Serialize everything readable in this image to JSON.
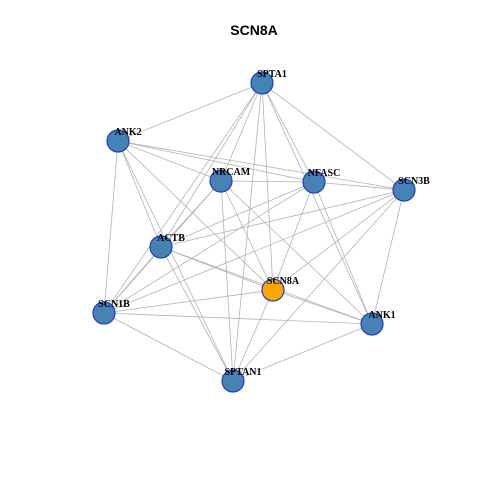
{
  "title": "SCN8A",
  "colors": {
    "default_node": "#4682b4",
    "focus_node": "#ffa500",
    "node_border": "#1f3fbf",
    "edge": "#b3b3b3"
  },
  "nodes": [
    {
      "id": "SPTA1",
      "label": "SPTA1",
      "focus": false
    },
    {
      "id": "ANK2",
      "label": "ANK2",
      "focus": false
    },
    {
      "id": "NRCAM",
      "label": "NRCAM",
      "focus": false
    },
    {
      "id": "NFASC",
      "label": "NFASC",
      "focus": false
    },
    {
      "id": "SCN3B",
      "label": "SCN3B",
      "focus": false
    },
    {
      "id": "ACTB",
      "label": "ACTB",
      "focus": false
    },
    {
      "id": "SCN8A",
      "label": "SCN8A",
      "focus": true
    },
    {
      "id": "SCN1B",
      "label": "SCN1B",
      "focus": false
    },
    {
      "id": "ANK1",
      "label": "ANK1",
      "focus": false
    },
    {
      "id": "SPTAN1",
      "label": "SPTAN1",
      "focus": false
    }
  ],
  "edges": [
    [
      "SPTA1",
      "ANK2"
    ],
    [
      "SPTA1",
      "NRCAM"
    ],
    [
      "SPTA1",
      "NFASC"
    ],
    [
      "SPTA1",
      "SCN3B"
    ],
    [
      "SPTA1",
      "ACTB"
    ],
    [
      "SPTA1",
      "SCN8A"
    ],
    [
      "SPTA1",
      "SCN1B"
    ],
    [
      "SPTA1",
      "ANK1"
    ],
    [
      "SPTA1",
      "SPTAN1"
    ],
    [
      "ANK2",
      "NRCAM"
    ],
    [
      "ANK2",
      "NFASC"
    ],
    [
      "ANK2",
      "SCN3B"
    ],
    [
      "ANK2",
      "ACTB"
    ],
    [
      "ANK2",
      "SCN8A"
    ],
    [
      "ANK2",
      "SCN1B"
    ],
    [
      "ANK2",
      "SPTAN1"
    ],
    [
      "NRCAM",
      "NFASC"
    ],
    [
      "NRCAM",
      "ACTB"
    ],
    [
      "NRCAM",
      "SCN8A"
    ],
    [
      "NRCAM",
      "SCN1B"
    ],
    [
      "NRCAM",
      "ANK1"
    ],
    [
      "NRCAM",
      "SPTAN1"
    ],
    [
      "NFASC",
      "SCN3B"
    ],
    [
      "NFASC",
      "ACTB"
    ],
    [
      "NFASC",
      "SCN8A"
    ],
    [
      "NFASC",
      "SCN1B"
    ],
    [
      "NFASC",
      "ANK1"
    ],
    [
      "SCN3B",
      "ACTB"
    ],
    [
      "SCN3B",
      "SCN8A"
    ],
    [
      "SCN3B",
      "SCN1B"
    ],
    [
      "SCN3B",
      "ANK1"
    ],
    [
      "SCN3B",
      "SPTAN1"
    ],
    [
      "ACTB",
      "SCN8A"
    ],
    [
      "ACTB",
      "SCN1B"
    ],
    [
      "ACTB",
      "ANK1"
    ],
    [
      "ACTB",
      "SPTAN1"
    ],
    [
      "SCN8A",
      "ANK1"
    ],
    [
      "SCN8A",
      "SPTAN1"
    ],
    [
      "SCN8A",
      "SCN1B"
    ],
    [
      "SCN1B",
      "ANK1"
    ],
    [
      "SCN1B",
      "SPTAN1"
    ],
    [
      "ANK1",
      "SPTAN1"
    ]
  ]
}
